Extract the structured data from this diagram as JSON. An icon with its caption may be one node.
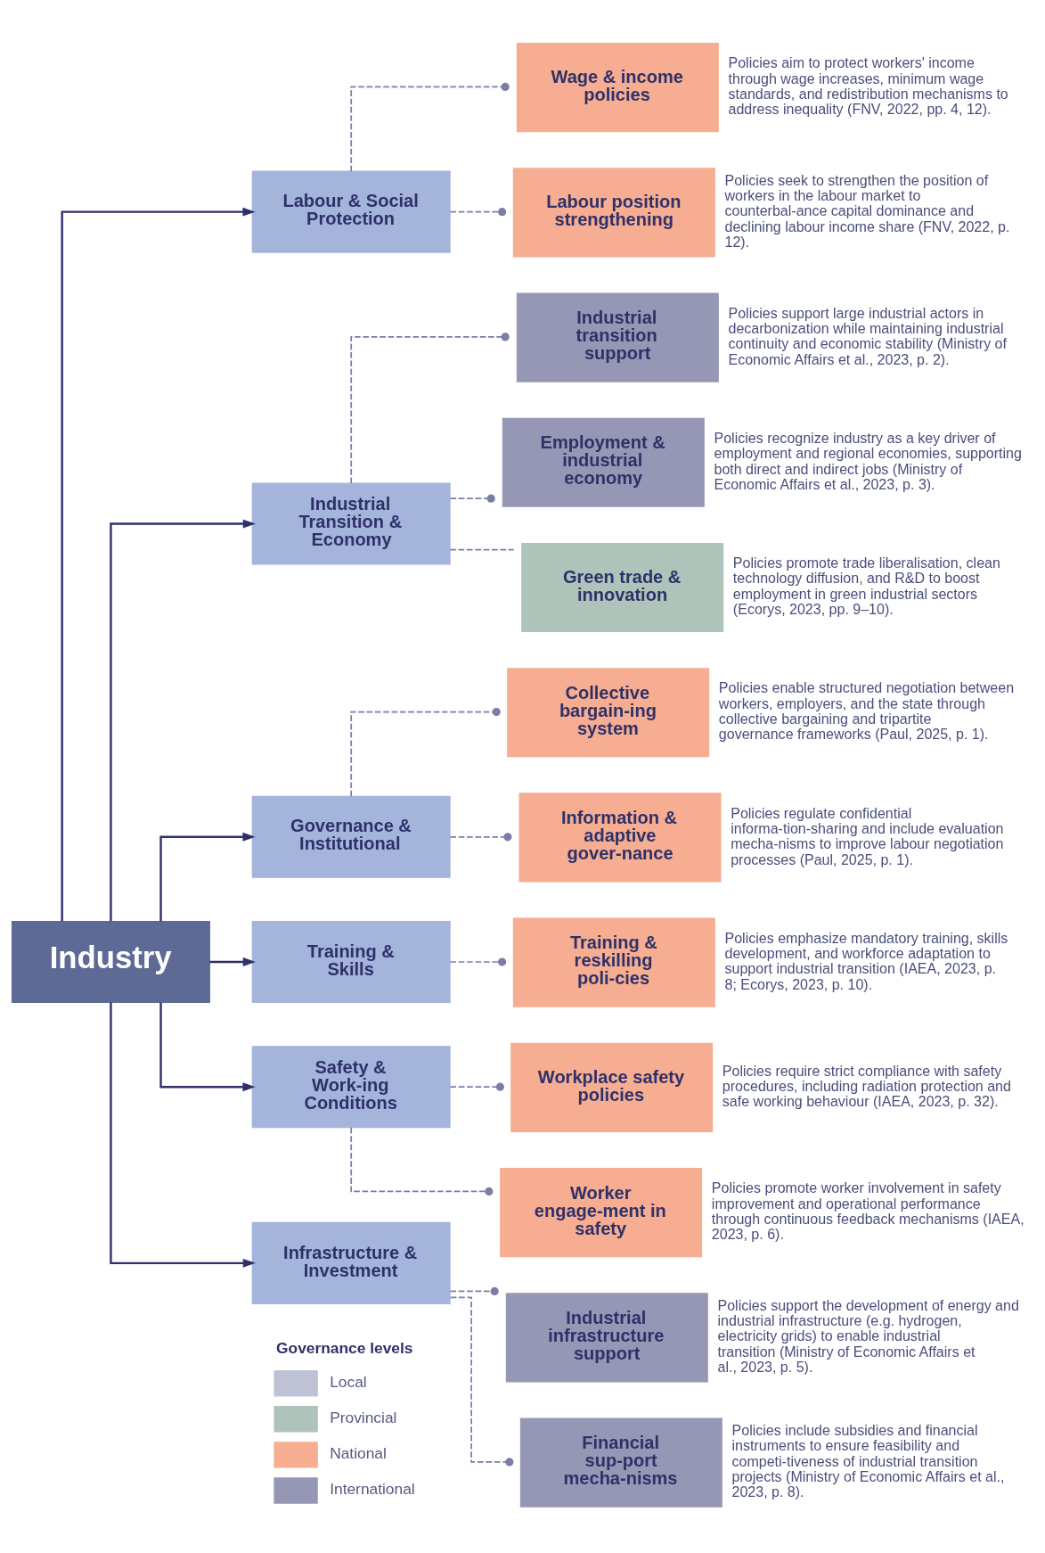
{
  "diagram": {
    "nodes": [
      {
        "text": [
          "Industry"
        ]
      },
      {
        "text": [
          "Labour & Social Protection"
        ]
      },
      {
        "text": [
          "Wage & income policies"
        ],
        "beside": [
          "Policies aim to protect workers' income through wage increases, minimum wage standards, and redistribution mechanisms to address inequality (FNV, 2022, pp. 4, 12)."
        ]
      },
      {
        "text": [
          "Labour position strengthening"
        ],
        "beside": [
          "Policies seek to strengthen the position of workers in the labour market to counterbal-ance capital dominance and declining labour income share (FNV, 2022, p. 12)."
        ]
      },
      {
        "text": [
          "Industrial Transition & Economy"
        ]
      },
      {
        "text": [
          "Industrial transition support"
        ],
        "beside": [
          "Policies support large industrial actors in decarbonization while maintaining industrial continuity and economic stability (Ministry of Economic Affairs et al., 2023, p. 2)."
        ]
      },
      {
        "text": [
          "Employment & industrial economy"
        ],
        "beside": [
          "Policies recognize industry as a key driver of employment and regional economies, supporting both direct and indirect jobs (Ministry of Economic Affairs et al., 2023, p. 3)."
        ]
      },
      {
        "text": [
          "Green trade & innovation"
        ],
        "beside": [
          "Policies promote trade liberalisation, clean technology diffusion, and R&D to boost employment in green industrial sectors (Ecorys, 2023, pp. 9–10)."
        ]
      },
      {
        "text": [
          "Governance & Institutional"
        ]
      },
      {
        "text": [
          "Collective bargain-ing system"
        ],
        "beside": [
          "Policies enable structured negotiation between workers, employers, and the state through collective bargaining and tripartite governance frameworks (Paul, 2025, p. 1)."
        ]
      },
      {
        "text": [
          "Information & adaptive gover-nance"
        ],
        "beside": [
          "Policies regulate confidential informa-tion-sharing and include evaluation mecha-nisms to improve labour negotiation processes (Paul, 2025, p. 1)."
        ]
      },
      {
        "text": [
          "Training & Skills"
        ]
      },
      {
        "text": [
          "Training & reskilling poli-cies"
        ],
        "beside": [
          "Policies emphasize mandatory training, skills development, and workforce adaptation to support industrial transition (IAEA, 2023, p. 8; Ecorys, 2023, p. 10)."
        ]
      },
      {
        "text": [
          "Safety & Work-ing Conditions"
        ]
      },
      {
        "text": [
          "Workplace safety policies"
        ],
        "beside": [
          "Policies require strict compliance with safety procedures, including radiation protection and safe working behaviour (IAEA, 2023, p. 32)."
        ]
      },
      {
        "text": [
          "Worker engage-ment in safety"
        ],
        "beside": [
          "Policies promote worker involvement in safety improvement and operational performance through continuous feedback mechanisms (IAEA, 2023, p. 6)."
        ]
      },
      {
        "text": [
          "Infrastructure & Investment"
        ]
      },
      {
        "text": [
          "Industrial infrastructure support"
        ],
        "beside": [
          "Policies support the development of energy and industrial infrastructure (e.g. hydrogen, electricity grids) to enable industrial transition (Ministry of Economic Affairs et al., 2023, p. 5)."
        ]
      },
      {
        "text": [
          "Financial sup-port mecha-nisms"
        ],
        "beside": [
          "Policies include subsidies and financial instruments to ensure feasibility and competi-tiveness of industrial transition projects (Ministry of Economic Affairs et al., 2023, p. 8)."
        ]
      }
    ],
    "edges": [
      {
        "from": 0,
        "to": 1,
        "arrow": "to",
        "color": "#2e3168"
      },
      {
        "from": 0,
        "to": 4,
        "arrow": "to",
        "color": "#2e3168"
      },
      {
        "from": 0,
        "to": 8,
        "arrow": "to",
        "color": "#2e3168"
      },
      {
        "from": 0,
        "to": 11,
        "arrow": "to",
        "color": "#2e3168"
      },
      {
        "from": 0,
        "to": 13,
        "arrow": "to",
        "color": "#2e3168"
      },
      {
        "from": 0,
        "to": 16,
        "arrow": "to",
        "color": "#2e3168"
      },
      {
        "from": 1,
        "to": 2,
        "arrow": "other",
        "style": "dashed"
      },
      {
        "from": 1,
        "to": 3,
        "arrow": "other",
        "style": "dashed"
      },
      {
        "from": 4,
        "to": 5,
        "arrow": "other",
        "style": "dashed"
      },
      {
        "from": 4,
        "to": 6,
        "arrow": "other",
        "style": "dashed"
      },
      {
        "from": 4,
        "to": 7,
        "arrow": "none",
        "style": "dashed"
      },
      {
        "from": 8,
        "to": 9,
        "arrow": "other",
        "style": "dashed"
      },
      {
        "from": 8,
        "to": 10,
        "arrow": "other",
        "style": "dashed"
      },
      {
        "from": 11,
        "to": 12,
        "arrow": "other",
        "style": "dashed"
      },
      {
        "from": 13,
        "to": 14,
        "arrow": "other",
        "style": "dashed"
      },
      {
        "from": 13,
        "to": 15,
        "arrow": "other",
        "style": "dashed"
      },
      {
        "from": 16,
        "to": 17,
        "arrow": "other",
        "style": "dashed"
      },
      {
        "from": 16,
        "to": 18,
        "arrow": "other",
        "style": "dashed"
      }
    ],
    "labels": [
      "Governance levels"
    ],
    "legend": [
      {
        "text": "Local",
        "color": "#bfc2d4"
      },
      {
        "text": "Provincial",
        "color": "#aec3b9"
      },
      {
        "text": "National",
        "color": "#f6ad91"
      },
      {
        "text": "International",
        "color": "#9597b5"
      }
    ]
  }
}
